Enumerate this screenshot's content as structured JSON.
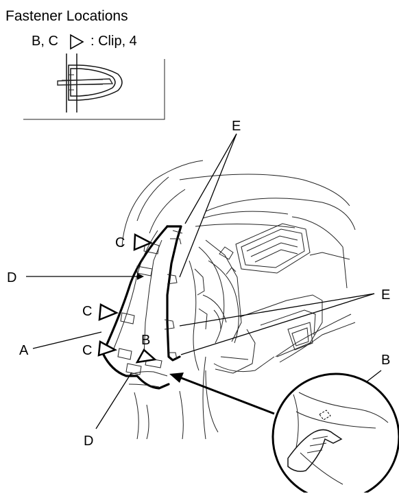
{
  "legend": {
    "title": "Fastener Locations",
    "clip_letters": "B, C",
    "clip_desc": ": Clip, 4"
  },
  "callouts": {
    "A": "A",
    "B": "B",
    "C": "C",
    "D": "D",
    "E": "E"
  },
  "icons": {
    "triangle": "open-triangle-clip-marker-icon",
    "clip": "clip-cross-section-icon",
    "hand": "hand-icon"
  }
}
